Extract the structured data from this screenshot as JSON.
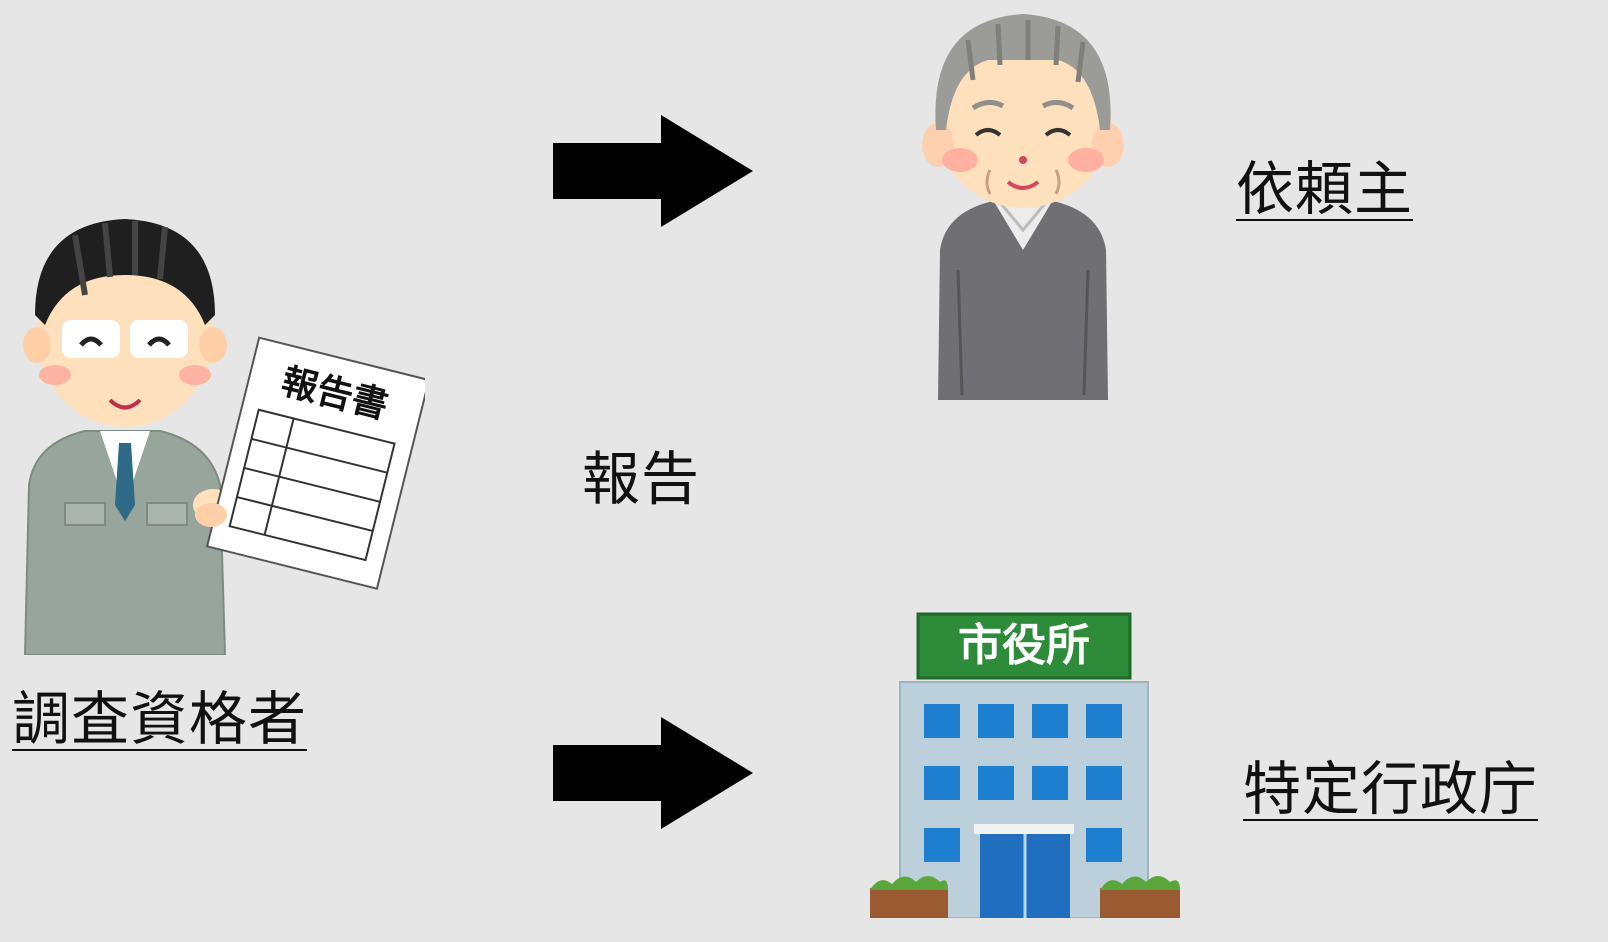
{
  "labels": {
    "inspector": "調査資格者",
    "report_action": "報告",
    "client": "依頼主",
    "authority": "特定行政庁"
  },
  "illustration_text": {
    "report_document_title": "報告書",
    "building_sign": "市役所"
  },
  "icons": {
    "inspector": "inspector-with-report-icon",
    "client": "elderly-man-icon",
    "authority": "city-hall-building-icon",
    "arrow": "right-arrow-icon"
  },
  "colors": {
    "background": "#e6e6e6",
    "arrow": "#000000",
    "building_sign": "#2e8b3a",
    "building_windows": "#1e7fd0"
  }
}
